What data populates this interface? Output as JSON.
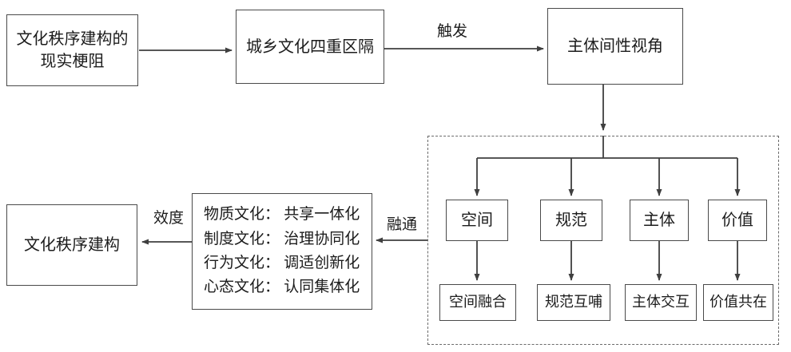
{
  "nodes": {
    "obstruction": {
      "label": "文化秩序建构的\n现实梗阻"
    },
    "segregation": {
      "label": "城乡文化四重区隔"
    },
    "perspective": {
      "label": "主体间性视角"
    },
    "dim_space": {
      "label": "空间"
    },
    "dim_norm": {
      "label": "规范"
    },
    "dim_subject": {
      "label": "主体"
    },
    "dim_value": {
      "label": "价值"
    },
    "out_space": {
      "label": "空间融合"
    },
    "out_norm": {
      "label": "规范互哺"
    },
    "out_subject": {
      "label": "主体交互"
    },
    "out_value": {
      "label": "价值共在"
    },
    "culture": {
      "label": "物质文化： 共享一体化\n制度文化： 治理协同化\n行为文化： 调适创新化\n心态文化： 认同集体化"
    },
    "construction": {
      "label": "文化秩序建构"
    }
  },
  "edge_labels": {
    "trigger": "触发",
    "integrate": "融通",
    "validity": "效度"
  },
  "colors": {
    "line": "#3f3f3f",
    "border": "#4a4a4a",
    "dashed_border": "#6a6a6a",
    "background": "#ffffff",
    "text": "#1c1c1c"
  }
}
